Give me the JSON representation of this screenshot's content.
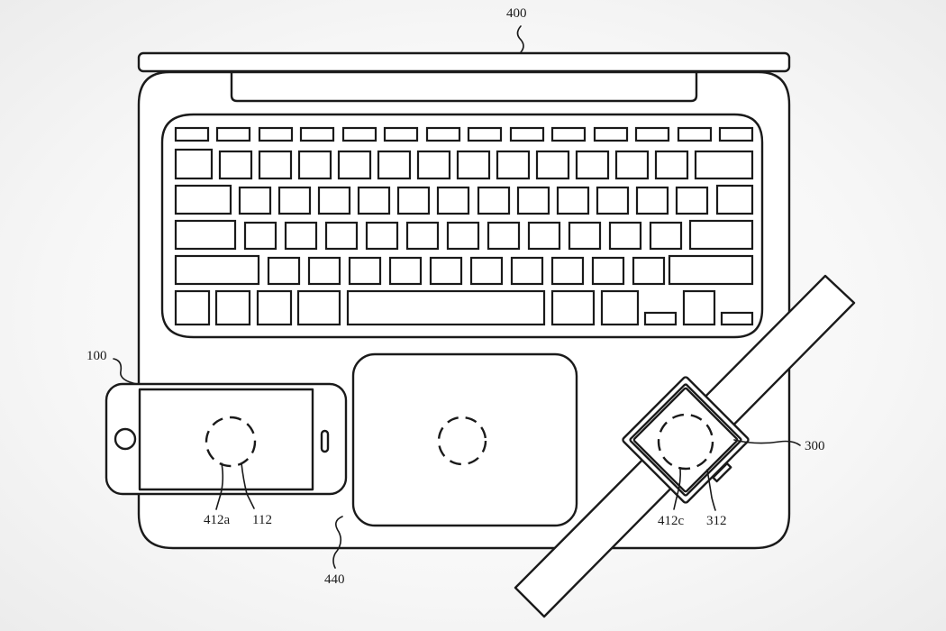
{
  "figure": {
    "type": "patent drawing",
    "background": "#f7f7f7",
    "line_color": "#1a1a1a"
  },
  "labels": {
    "laptop": "400",
    "phone": "100",
    "phone_coil": "412a",
    "phone_receiver": "112",
    "surface": "440",
    "watch": "300",
    "watch_coil": "412c",
    "watch_receiver": "312"
  },
  "components": {
    "laptop": {
      "name": "laptop",
      "ref": "400"
    },
    "phone": {
      "name": "smartphone",
      "ref": "100",
      "orientation": "landscape"
    },
    "trackpad": {
      "name": "trackpad",
      "charging_zone": "dashed circle"
    },
    "watch": {
      "name": "smartwatch",
      "ref": "300",
      "rotation_deg": -38
    }
  },
  "keyboard": {
    "rows": [
      {
        "row": "function",
        "keys": 14
      },
      {
        "row": "number",
        "keys": 14
      },
      {
        "row": "top-letter",
        "keys": 14
      },
      {
        "row": "home",
        "keys": 13
      },
      {
        "row": "bottom",
        "keys": 10
      }
    ]
  }
}
